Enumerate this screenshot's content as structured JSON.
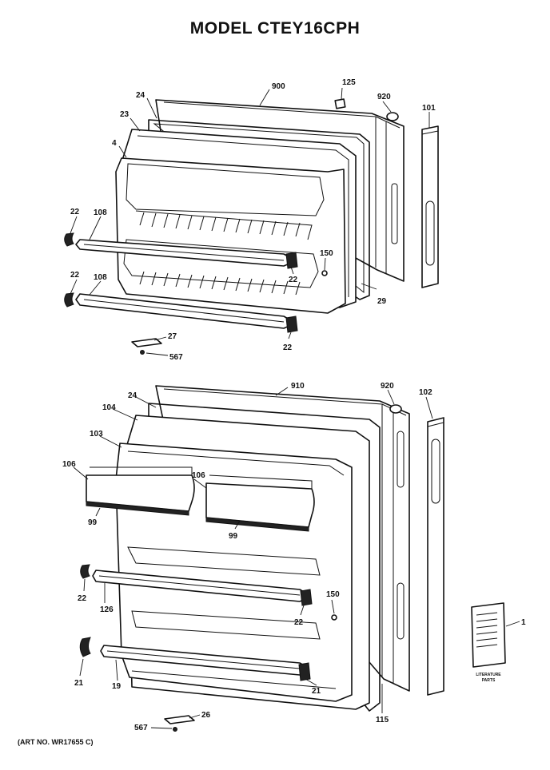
{
  "title": "MODEL CTEY16CPH",
  "art_number": "(ART NO. WR17655 C)",
  "literature_text": [
    "LITERATURE",
    "PARTS"
  ],
  "callouts": {
    "upper": [
      "900",
      "125",
      "920",
      "101",
      "24",
      "23",
      "4",
      "22",
      "108",
      "150",
      "22",
      "22",
      "108",
      "29",
      "27",
      "22",
      "567"
    ],
    "lower": [
      "910",
      "920",
      "102",
      "24",
      "104",
      "103",
      "106",
      "106",
      "99",
      "99",
      "22",
      "126",
      "150",
      "22",
      "21",
      "19",
      "21",
      "115",
      "26",
      "567",
      "1"
    ]
  }
}
